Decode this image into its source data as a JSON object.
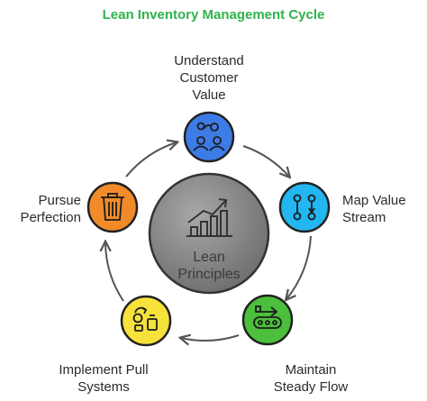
{
  "title": "Lean Inventory Management Cycle",
  "center": {
    "line1": "Lean",
    "line2": "Principles"
  },
  "stages": [
    {
      "id": "understand-customer-value",
      "lines": [
        "Understand",
        "Customer",
        "Value"
      ],
      "icon": "people-icon",
      "color": "#3d7be6"
    },
    {
      "id": "map-value-stream",
      "lines": [
        "Map Value",
        "Stream"
      ],
      "icon": "flow-map-icon",
      "color": "#22b7f0"
    },
    {
      "id": "maintain-steady-flow",
      "lines": [
        "Maintain",
        "Steady Flow"
      ],
      "icon": "conveyor-icon",
      "color": "#4cbf3c"
    },
    {
      "id": "implement-pull-systems",
      "lines": [
        "Implement Pull",
        "Systems"
      ],
      "icon": "pull-cycle-icon",
      "color": "#f6e23a"
    },
    {
      "id": "pursue-perfection",
      "lines": [
        "Pursue",
        "Perfection"
      ],
      "icon": "trash-icon",
      "color": "#f18b2a"
    }
  ],
  "colors": {
    "title": "#2fb34a",
    "arrow": "#555555",
    "center_fill": "#8a8a8a",
    "center_stroke": "#333333"
  }
}
